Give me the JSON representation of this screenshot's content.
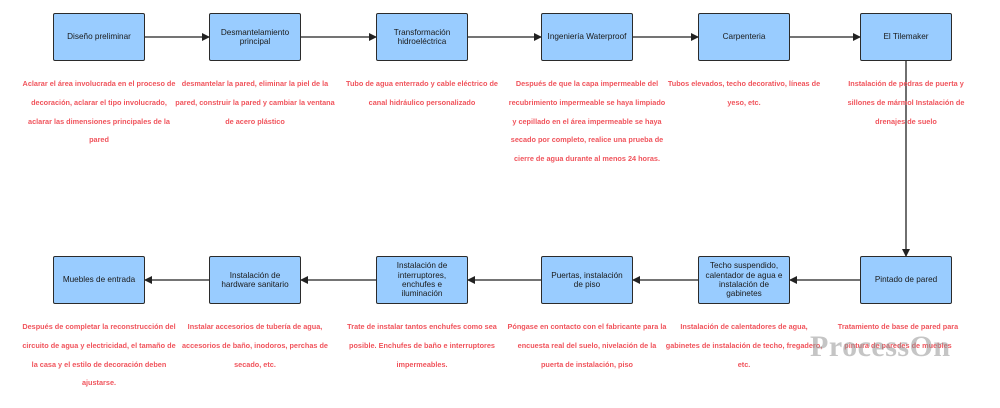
{
  "nodes": [
    {
      "id": "n1",
      "label": "Diseño preliminar"
    },
    {
      "id": "n2",
      "label": "Desmantelamiento principal"
    },
    {
      "id": "n3",
      "label": "Transformación hidroeléctrica"
    },
    {
      "id": "n4",
      "label": "Ingeniería Waterproof"
    },
    {
      "id": "n5",
      "label": "Carpenteria"
    },
    {
      "id": "n6",
      "label": "El Tilemaker"
    },
    {
      "id": "n7",
      "label": "Pintado de pared"
    },
    {
      "id": "n8",
      "label": "Techo suspendido, calentador de agua e instalación de gabinetes"
    },
    {
      "id": "n9",
      "label": "Puertas, instalación de piso"
    },
    {
      "id": "n10",
      "label": "Instalación de interruptores, enchufes e iluminación"
    },
    {
      "id": "n11",
      "label": "Instalación de hardware sanitario"
    },
    {
      "id": "n12",
      "label": "Muebles de entrada"
    }
  ],
  "notes": [
    {
      "for": "n1",
      "text": "Aclarar el área involucrada en el proceso de decoración, aclarar el tipo involucrado, aclarar las dimensiones principales de la pared"
    },
    {
      "for": "n2",
      "text": "desmantelar la pared, eliminar la piel de la pared, construir la pared y cambiar la ventana de acero plástico"
    },
    {
      "for": "n3",
      "text": "Tubo de agua enterrado y cable eléctrico de canal hidráulico personalizado"
    },
    {
      "for": "n4",
      "text": "Después de que la capa impermeable del recubrimiento impermeable se haya limpiado y cepillado en el área impermeable se haya secado por completo, realice una prueba de cierre de agua durante al menos 24 horas."
    },
    {
      "for": "n5",
      "text": "Tubos elevados, techo decorativo, líneas de yeso, etc."
    },
    {
      "for": "n6",
      "text": "Instalación de pedras de puerta y sillones de mármol Instalación de drenajes de suelo"
    },
    {
      "for": "n7",
      "text": "Tratamiento de base de pared para pintura de paredes de muebles"
    },
    {
      "for": "n8",
      "text": "Instalación de calentadores de agua, gabinetes de instalación de techo, fregadero, etc."
    },
    {
      "for": "n9",
      "text": "Póngase en contacto con el fabricante para la encuesta real del suelo, nivelación de la puerta de instalación, piso"
    },
    {
      "for": "n10",
      "text": "Trate de instalar tantos enchufes como sea posible. Enchufes de baño e interruptores impermeables."
    },
    {
      "for": "n11",
      "text": "Instalar accesorios de tubería de agua, accesorios de baño, inodoros, perchas de secado, etc."
    },
    {
      "for": "n12",
      "text": "Después de completar la reconstrucción del circuito de agua y electricidad, el tamaño de la casa y el estilo de decoración deben ajustarse."
    }
  ],
  "edges": [
    [
      "n1",
      "n2"
    ],
    [
      "n2",
      "n3"
    ],
    [
      "n3",
      "n4"
    ],
    [
      "n4",
      "n5"
    ],
    [
      "n5",
      "n6"
    ],
    [
      "n6",
      "n7"
    ],
    [
      "n7",
      "n8"
    ],
    [
      "n8",
      "n9"
    ],
    [
      "n9",
      "n10"
    ],
    [
      "n10",
      "n11"
    ],
    [
      "n11",
      "n12"
    ]
  ],
  "watermark": "ProcessOn",
  "colors": {
    "node_fill": "#99ccff",
    "node_border": "#2b2b2b",
    "note_text": "#f0545c",
    "edge": "#222222"
  }
}
